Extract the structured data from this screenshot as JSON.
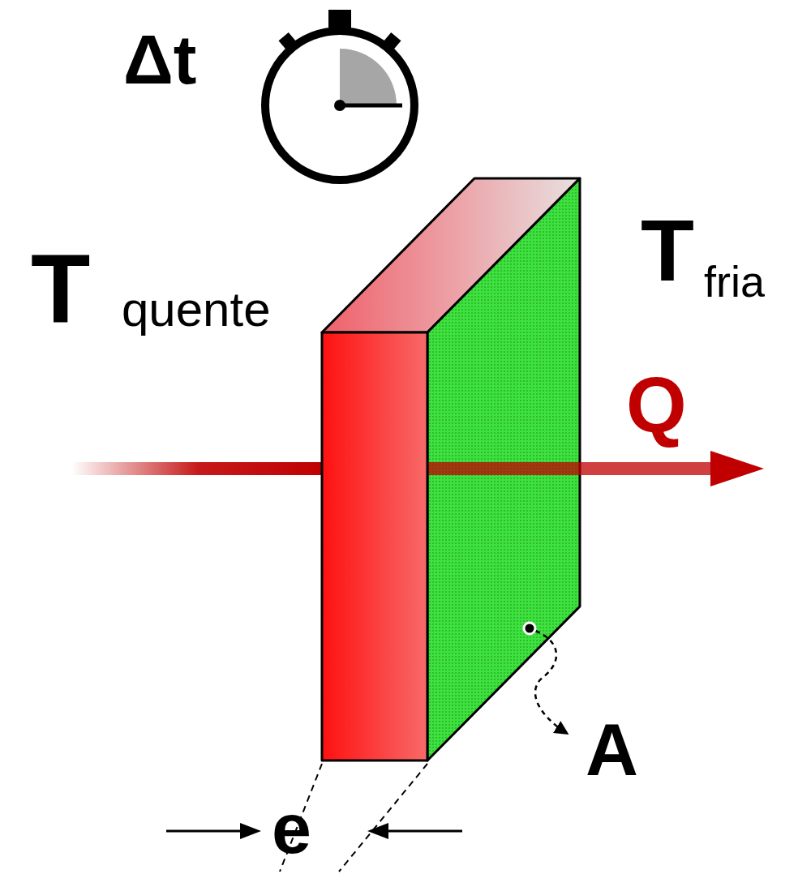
{
  "diagram": {
    "labels": [
      "Δt",
      "T",
      "quente",
      "T",
      "fria",
      "Q",
      "A",
      "e"
    ]
  }
}
